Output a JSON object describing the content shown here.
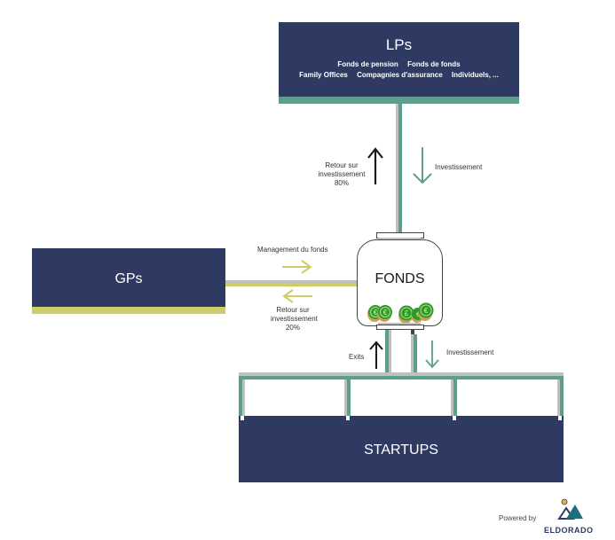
{
  "lps": {
    "title": "LPs",
    "investors_row1": [
      "Fonds de pension",
      "Fonds de fonds"
    ],
    "investors_row2": [
      "Family Offices",
      "Compagnies d'assurance",
      "Individuels, ..."
    ]
  },
  "gps": {
    "title": "GPs"
  },
  "fonds": {
    "title": "FONDS",
    "coins": [
      "euro-coin",
      "euro-coin",
      "pound-coin",
      "euro-coin",
      "euro-coin"
    ]
  },
  "startups": {
    "title": "STARTUPS"
  },
  "flows": {
    "lp_return": {
      "line1": "Retour sur",
      "line2": "investissement",
      "line3": "80%"
    },
    "lp_investment": "Investissement",
    "gp_management": "Management du fonds",
    "gp_return": {
      "line1": "Retour sur",
      "line2": "investissement",
      "line3": "20%"
    },
    "exits": "Exits",
    "startup_investment": "Investissement"
  },
  "colors": {
    "navy": "#2e3a62",
    "teal": "#5e9e8c",
    "olive": "#cdcc6a",
    "grey": "#c0c0c0",
    "arrow_dark": "#1a1a1a"
  },
  "footer": {
    "powered_by": "Powered by",
    "brand": "ELDORADO"
  }
}
